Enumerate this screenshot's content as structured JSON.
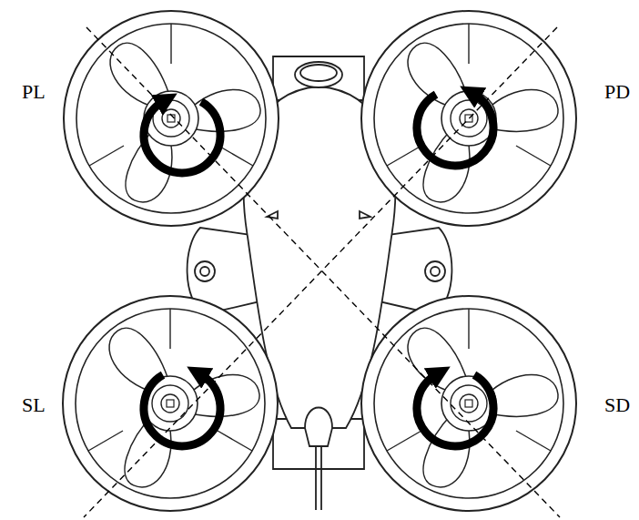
{
  "diagram": {
    "labels": [
      "PL",
      "PD",
      "SL",
      "SD"
    ]
  }
}
